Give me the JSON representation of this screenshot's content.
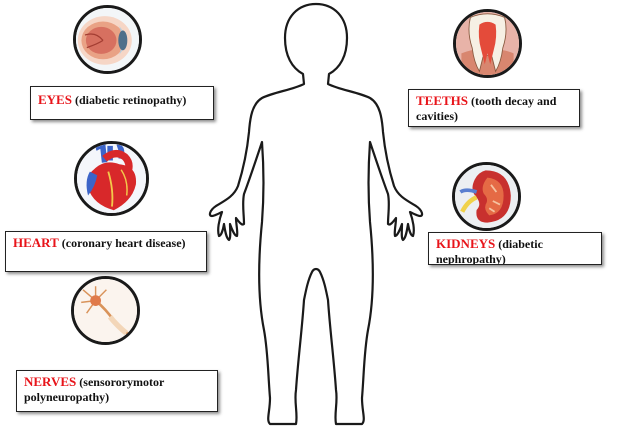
{
  "organs": [
    {
      "id": "eyes",
      "name": "EYES",
      "condition": " (diabetic retinopathy)"
    },
    {
      "id": "teeth",
      "name": "TEETHS",
      "condition": " (tooth decay and cavities)"
    },
    {
      "id": "heart",
      "name": "HEART",
      "condition": " (coronary heart disease)"
    },
    {
      "id": "kidneys",
      "name": "KIDNEYS",
      "condition": " (diabetic nephropathy)"
    },
    {
      "id": "nerves",
      "name": "NERVES",
      "condition": " (sensororymotor polyneuropathy)"
    }
  ],
  "colors": {
    "label_red": "#e8141a",
    "outline": "#1a1a1a"
  },
  "icons": {
    "eyes": "eye-cross-section-icon",
    "teeth": "tooth-cross-section-icon",
    "heart": "heart-icon",
    "kidneys": "kidney-cross-section-icon",
    "nerves": "neuron-icon"
  }
}
